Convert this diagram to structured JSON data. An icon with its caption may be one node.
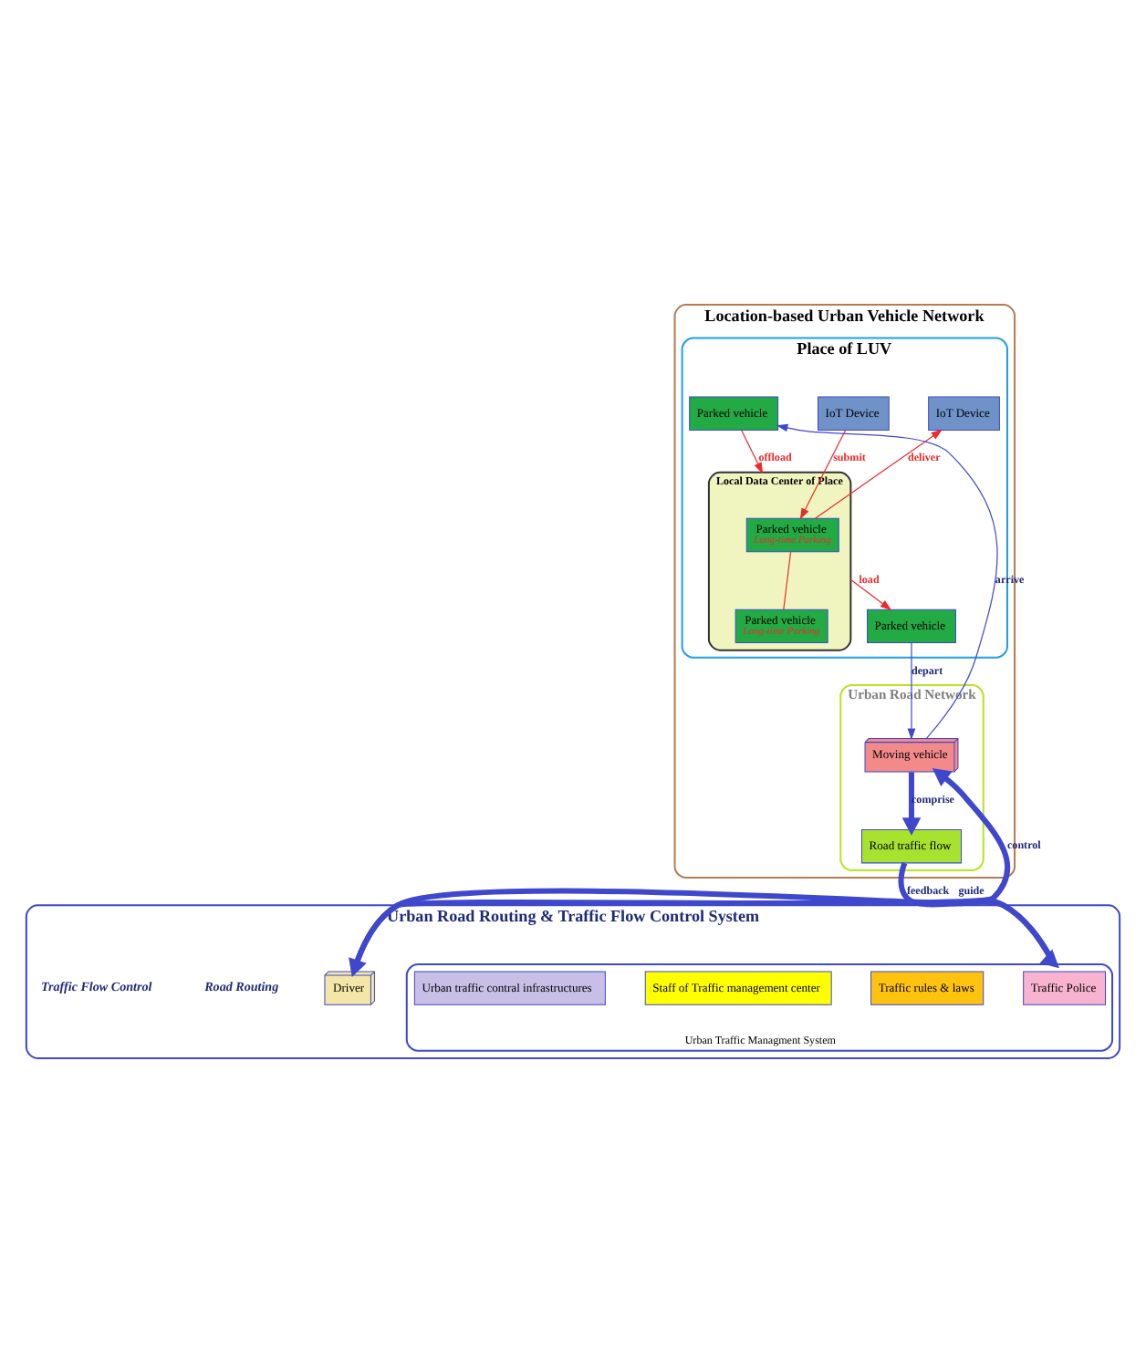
{
  "diagram": {
    "nodes": [
      {
        "text": [
          "Location-based Urban Vehicle Network"
        ]
      },
      {
        "text": [
          "Place of LUV"
        ],
        "in": 0
      },
      {
        "text": [
          "Local Data Center of Place"
        ],
        "in": 1
      },
      {
        "text": [
          "IoT Device"
        ],
        "in": 1
      },
      {
        "text": [
          "IoT Device"
        ],
        "in": 1
      },
      {
        "text": [
          "Parked vehicle"
        ],
        "in": 1
      },
      {
        "text": [
          "Parked vehicle"
        ],
        "in": 1
      },
      {
        "text": [
          "Parked vehicle",
          "Long-time Parking"
        ],
        "in": 2
      },
      {
        "text": [
          "Parked vehicle",
          "Long-time Parking"
        ],
        "in": 2
      },
      {
        "text": [
          "Urban Road Network"
        ],
        "in": 0
      },
      {
        "text": [
          "Moving vehicle"
        ],
        "in": 9
      },
      {
        "text": [
          "Road traffic flow"
        ],
        "in": 9
      },
      {
        "text": [
          "Urban Road Routing & Traffic Flow Control System"
        ]
      },
      {
        "text": [
          "Urban Traffic Managment System"
        ],
        "in": 12
      },
      {
        "text": [
          "Traffic Police"
        ],
        "in": 13
      },
      {
        "text": [
          "Traffic rules & laws"
        ],
        "in": 13
      },
      {
        "text": [
          "Staff of Traffic management center"
        ],
        "in": 13
      },
      {
        "text": [
          "Urban traffic contral infrastructures"
        ],
        "in": 13
      },
      {
        "text": [
          "Driver"
        ],
        "in": 12
      }
    ],
    "edges": [
      {
        "from": 7,
        "to": 3,
        "arrow": "to",
        "label": "deliver",
        "color": "#ee2a2a"
      },
      {
        "from": 4,
        "to": 7,
        "arrow": "to",
        "label": "submit",
        "color": "#ee2a2a"
      },
      {
        "from": 2,
        "to": 5,
        "arrow": "to",
        "label": "load",
        "color": "#ee2a2a"
      },
      {
        "from": 6,
        "to": 2,
        "arrow": "to",
        "label": "offload",
        "color": "#ee2a2a"
      },
      {
        "from": 7,
        "to": 8,
        "arrow": "none",
        "color": "#ee2a2a"
      },
      {
        "from": 5,
        "to": 10,
        "arrow": "to",
        "label": "depart"
      },
      {
        "from": 10,
        "to": 6,
        "arrow": "to",
        "label": "arrive"
      },
      {
        "from": 10,
        "to": 11,
        "arrow": "to",
        "label": "comprise",
        "style": "thick"
      },
      {
        "from": 11,
        "to": 13,
        "arrow": "to",
        "label": "feedback",
        "style": "thick"
      },
      {
        "from": 18,
        "to": 10,
        "arrow": "to",
        "label": "control",
        "style": "thick"
      },
      {
        "from": 13,
        "to": 18,
        "arrow": "to",
        "label": "guide",
        "style": "thick"
      }
    ],
    "labels": [
      "Road Routing",
      "Traffic Flow Control"
    ]
  }
}
